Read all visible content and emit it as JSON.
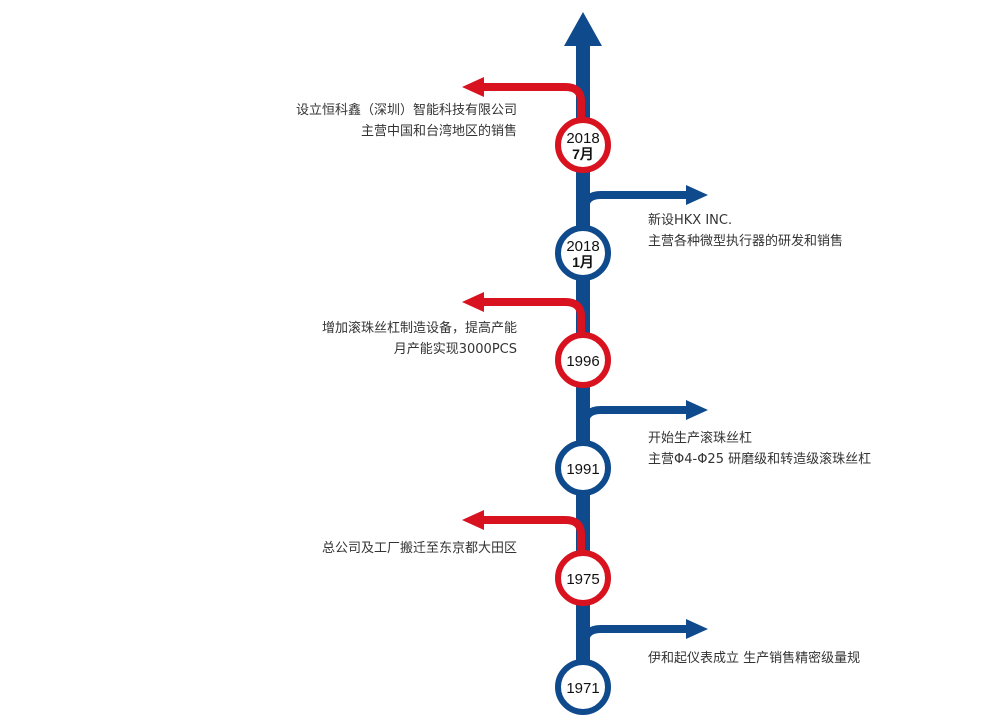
{
  "colors": {
    "blue": "#0f4a8c",
    "red": "#d8131f",
    "text": "#333333"
  },
  "events": [
    {
      "id": "2018-07",
      "year": "2018",
      "month": "7月",
      "side": "left",
      "color": "red",
      "lines": [
        "设立恒科鑫（深圳）智能科技有限公司",
        "主营中国和台湾地区的销售"
      ]
    },
    {
      "id": "2018-01",
      "year": "2018",
      "month": "1月",
      "side": "right",
      "color": "blue",
      "lines": [
        "新设HKX INC.",
        "主营各种微型执行器的研发和销售"
      ]
    },
    {
      "id": "1996",
      "year": "1996",
      "month": "",
      "side": "left",
      "color": "red",
      "lines": [
        "增加滚珠丝杠制造设备，提高产能",
        "月产能实现3000PCS"
      ]
    },
    {
      "id": "1991",
      "year": "1991",
      "month": "",
      "side": "right",
      "color": "blue",
      "lines": [
        "开始生产滚珠丝杠",
        "主营Φ4-Φ25 研磨级和转造级滚珠丝杠"
      ]
    },
    {
      "id": "1975",
      "year": "1975",
      "month": "",
      "side": "left",
      "color": "red",
      "lines": [
        "总公司及工厂搬迁至东京都大田区"
      ]
    },
    {
      "id": "1971",
      "year": "1971",
      "month": "",
      "side": "right",
      "color": "blue",
      "lines": [
        "伊和起仪表成立  生产销售精密级量规"
      ]
    }
  ]
}
